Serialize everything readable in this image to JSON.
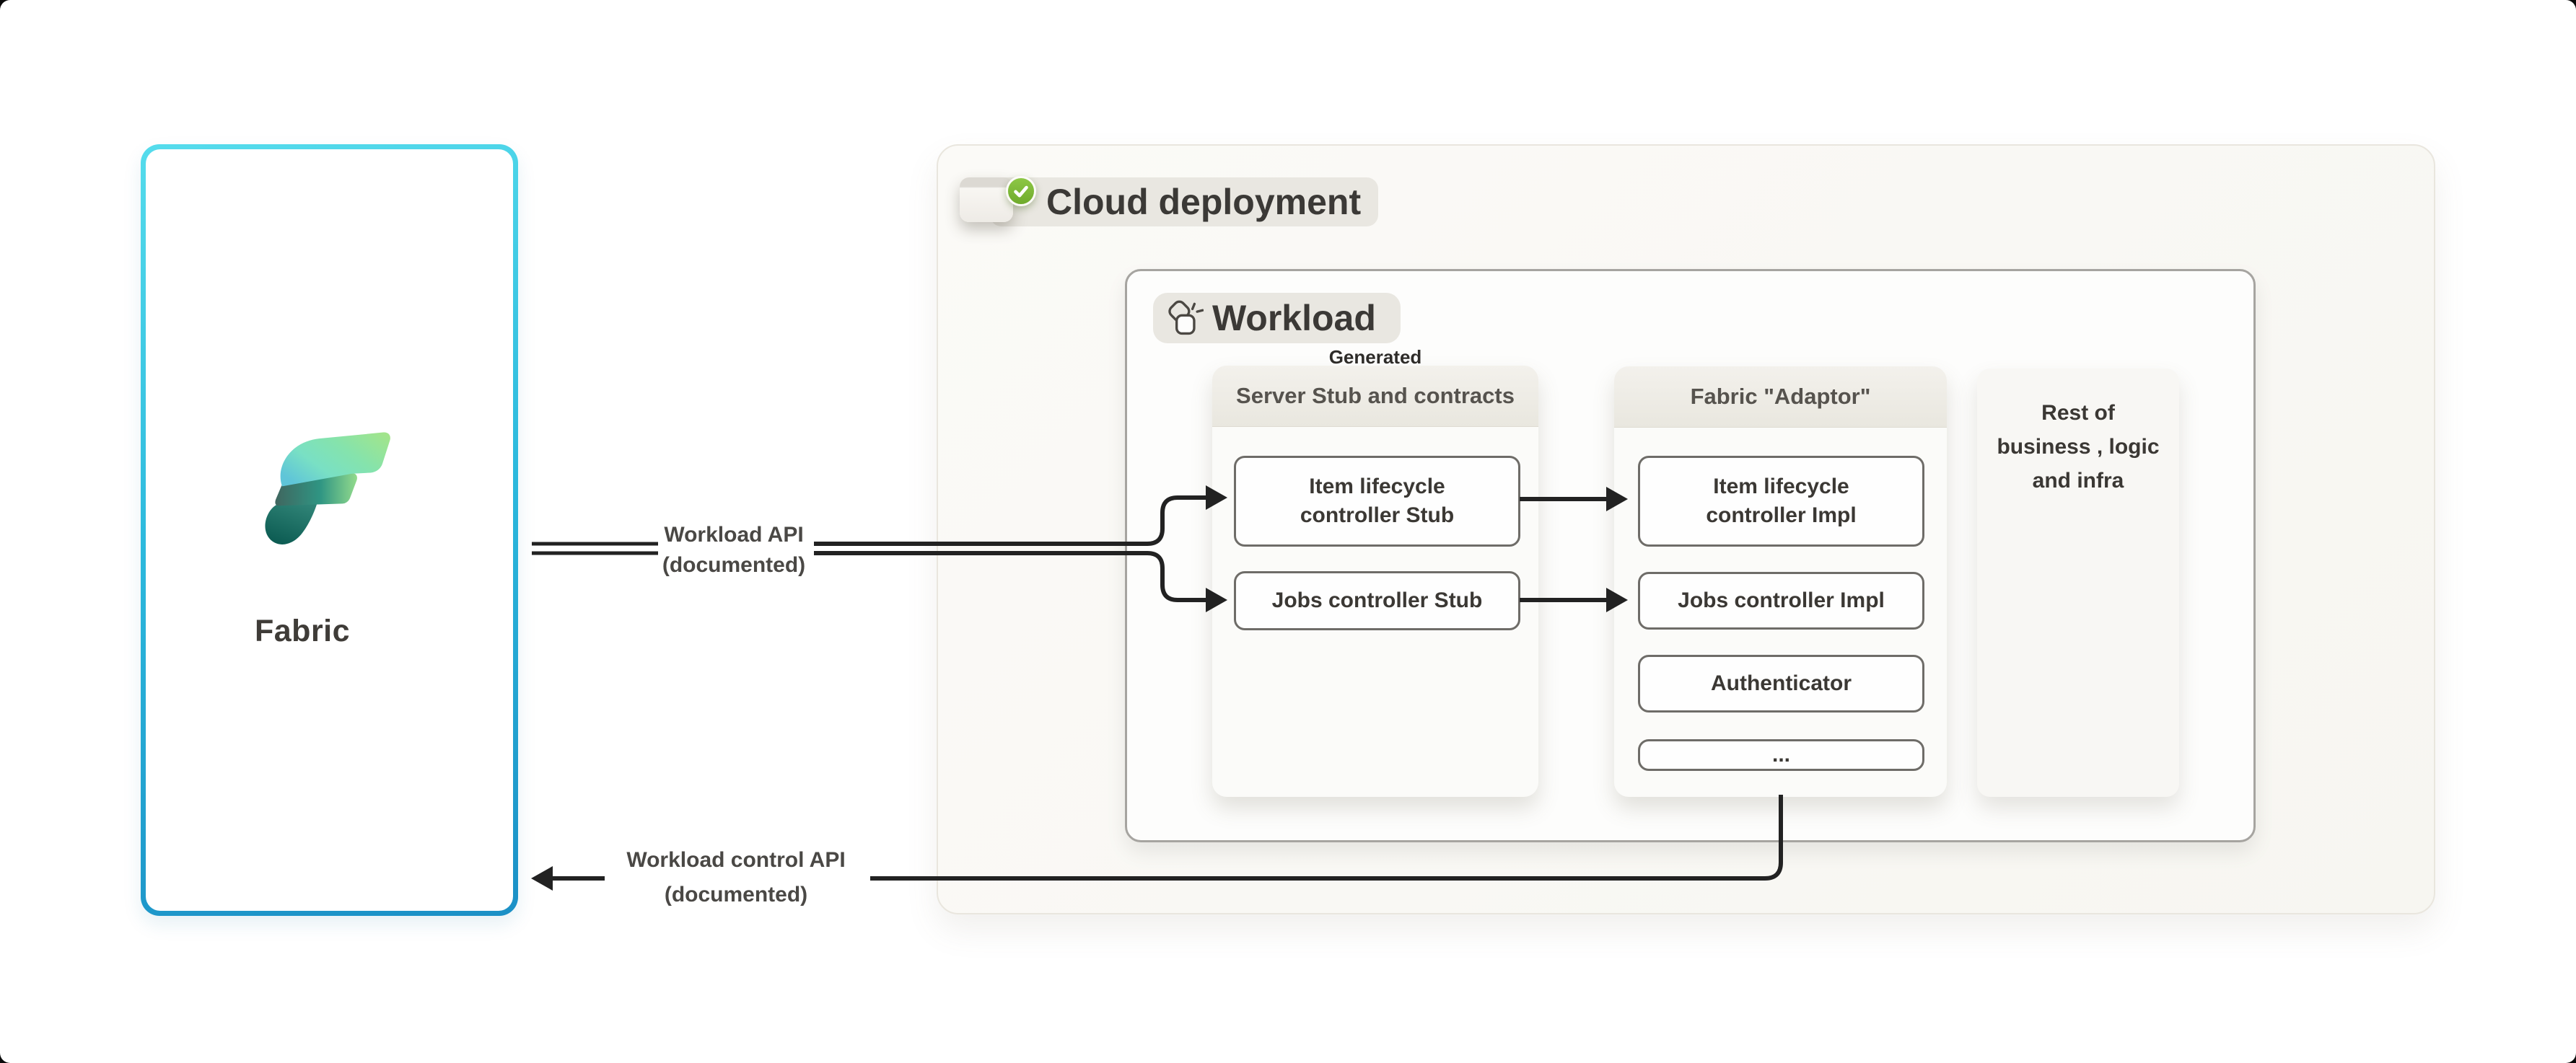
{
  "fabric_panel": {
    "label": "Fabric"
  },
  "cloud_panel": {
    "title": "Cloud deployment",
    "toggle_state": "on-checked"
  },
  "workload": {
    "title": "Workload",
    "generated_tag": "Generated",
    "columns": {
      "server_stub": {
        "header": "Server Stub and contracts",
        "boxes": [
          {
            "lines": [
              "Item lifecycle",
              "controller Stub"
            ]
          },
          {
            "lines": [
              "Jobs controller Stub"
            ]
          }
        ]
      },
      "adaptor": {
        "header": "Fabric \"Adaptor\"",
        "boxes": [
          {
            "lines": [
              "Item lifecycle",
              "controller Impl"
            ]
          },
          {
            "lines": [
              "Jobs controller Impl"
            ]
          },
          {
            "lines": [
              "Authenticator"
            ]
          },
          {
            "lines": [
              "..."
            ]
          }
        ]
      },
      "rest": {
        "lines": [
          "Rest of",
          "business , logic",
          "and infra"
        ]
      }
    }
  },
  "arrows": {
    "workload_api": {
      "label": "Workload API",
      "sublabel": "(documented)"
    },
    "workload_control_api": {
      "label": "Workload control API",
      "sublabel": "(documented)"
    }
  },
  "colors": {
    "fabric_border_cyan": "#2cb9dd",
    "badge_green": "#7ab738",
    "line_black": "#222222",
    "pill_gray": "#e9e7e1",
    "panel_beige": "#f8f7f3"
  }
}
